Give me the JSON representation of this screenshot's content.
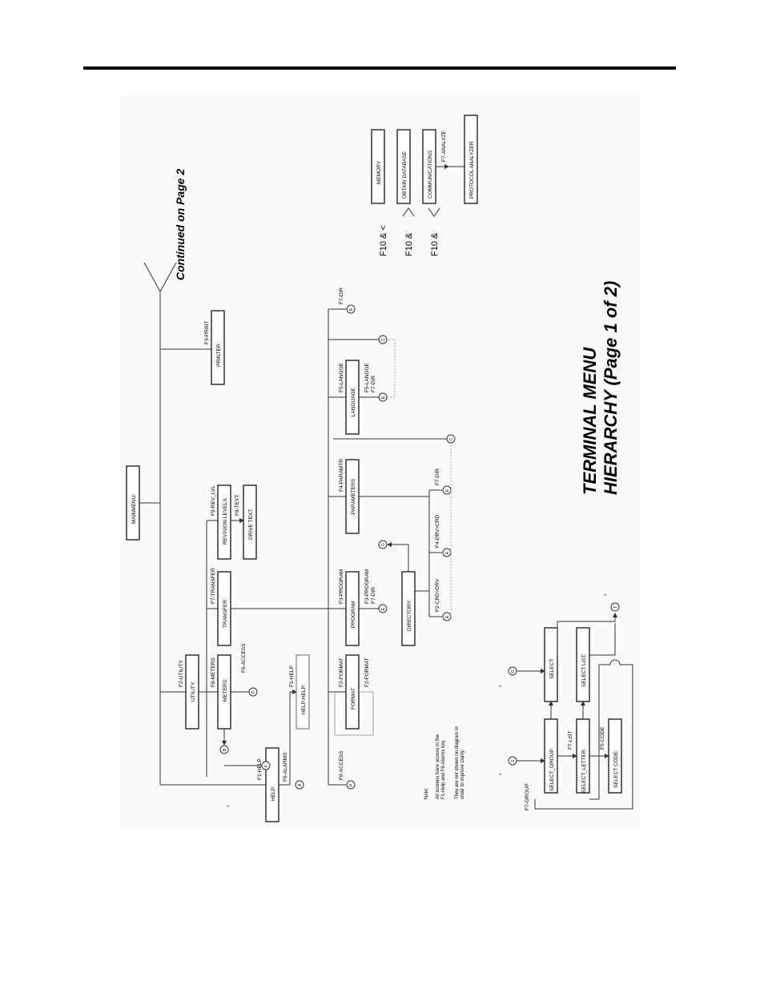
{
  "title_line1": "TERMINAL MENU",
  "title_line2": "HIERARCHY   (Page 1 of 2)",
  "continued": "Continued on Page 2",
  "boxes": {
    "mainmenu": "MAINMENU:",
    "utility": "UTILITY:",
    "meters": "METERS:",
    "transfer": "TRANSFER:",
    "revision_levels": "REVISION LEVELS:",
    "drive_text": "DRIVE TEXT:",
    "printer": "PRINTER:",
    "help": "HELP:",
    "help_help": "HELP:HELP:",
    "format": "FORMAT",
    "program": ":PROGRAM",
    "directory": "DIRECTORY:",
    "parameters": ":PARAMETERS",
    "language": ":LANGUAGE",
    "memory": "MEMORY",
    "obtain_database": "OBTAIN DATABASE",
    "communications": "COMMUNICATIONS",
    "protocol_analyzer": "PROTOCOL ANALYZER",
    "select_group": "SELECT_GROUP:",
    "select": "SELECT:",
    "select_letter": "SELECT_LETTER:",
    "select_list": "SELECT LIST:",
    "select_code": "SELECT CODE:"
  },
  "keys": {
    "f2_utility": "F2-UTILITY",
    "f8_meters": "F8-METERS",
    "f6_access_meters": "F6-ACCESS",
    "f7_transfer": "F7-TRANSFER",
    "f9_rev_lvl": "F9-REV_LVL",
    "f8_text": "F8-TEXT",
    "f3_print": "F3-PRINT",
    "f1_help": "F1-HELP",
    "f6_alarms": "F6-ALARMS",
    "f1_help2": "F1-HELP",
    "f8_access": "F8-ACCESS",
    "f2_format": "F2-FORMAT",
    "f2_format2": "F2-FORMAT",
    "f3_program": "F3-PROGRAM",
    "f3_program2": "F3-PROGRAM",
    "f7_dir_prog": "F7-DIR",
    "f2_crd_drv": "F2-CRD>DRV",
    "f4_drv_crd": "F4-DRV>CRD",
    "f7_dir_dir": "F7-DIR",
    "f4_paramtr": "F4-PARAMTR",
    "f5_langge": "F5-LANGGE",
    "f5_langge2": "F5-LANGGE",
    "f7_dir_lang": "F7-DIR",
    "f7_dir_top": "F7-DIR",
    "f7_analyze": "F7-ANALYZE",
    "f7_group": "F7-GROUP",
    "f7_list": "F7-LIST",
    "f5_code": "F5-CODE",
    "f10_lt": "F10 & <",
    "f10_up": "F10 &",
    "f10_down": "F10 &"
  },
  "connectors": {
    "a": "A",
    "b": "B",
    "c": "C",
    "d": "D",
    "e": "E",
    "f": "F",
    "g": "G",
    "p": "P",
    "s": "S",
    "t": "T"
  },
  "note": {
    "heading": "Note:",
    "line1": "All screens have access to the",
    "line2": "F1-Help and F6-Alarms key.",
    "line3": "They are not shown on diagram in",
    "line4": "order to improve clarity."
  },
  "asterisk": "*"
}
